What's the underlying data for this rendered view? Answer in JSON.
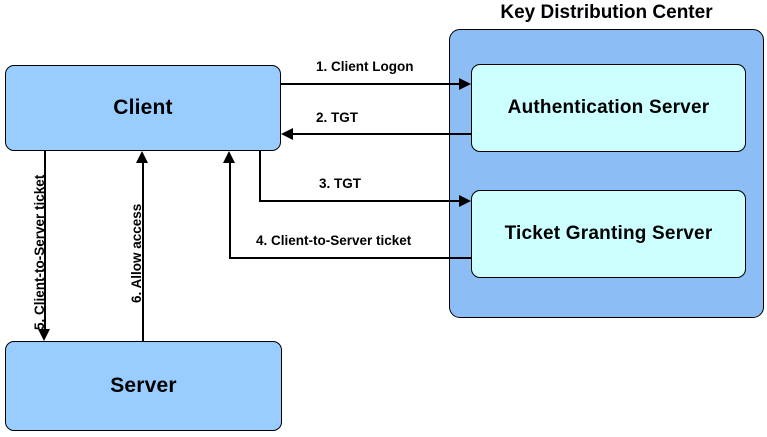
{
  "diagram": {
    "title": "Key Distribution Center",
    "nodes": {
      "client": "Client",
      "server": "Server",
      "kdc": "Key Distribution Center",
      "authentication_server": "Authentication Server",
      "ticket_granting_server": "Ticket Granting Server"
    },
    "colors": {
      "actor_fill": "#99ccff",
      "kdc_fill": "#8cbdf5",
      "inner_fill": "#ccffff",
      "stroke": "#000000",
      "background": "#ffffff"
    },
    "edges": [
      {
        "step": 1,
        "label": "1. Client Logon",
        "from": "client",
        "to": "authentication_server",
        "direction": "right"
      },
      {
        "step": 2,
        "label": "2. TGT",
        "from": "authentication_server",
        "to": "client",
        "direction": "left"
      },
      {
        "step": 3,
        "label": "3. TGT",
        "from": "client",
        "to": "ticket_granting_server",
        "direction": "right"
      },
      {
        "step": 4,
        "label": "4. Client-to-Server ticket",
        "from": "ticket_granting_server",
        "to": "client",
        "direction": "left-up"
      },
      {
        "step": 5,
        "label": "5. Client-to-Server ticket",
        "from": "client",
        "to": "server",
        "direction": "down"
      },
      {
        "step": 6,
        "label": "6. Allow access",
        "from": "server",
        "to": "client",
        "direction": "up"
      }
    ]
  }
}
